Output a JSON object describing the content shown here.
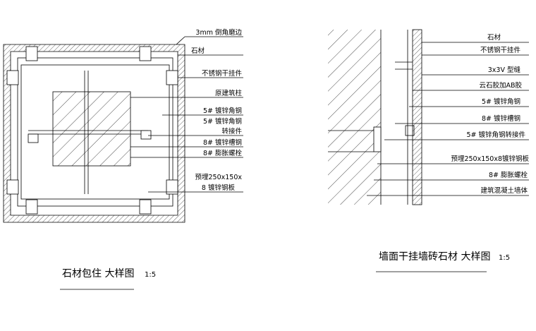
{
  "left_detail": {
    "labels": [
      "3mm 倒角磨边",
      "石材",
      "不锈钢干挂件",
      "原建筑柱",
      "5# 镀锌角钢",
      "5# 镀锌角钢",
      "转接件",
      "8# 镀锌槽钢",
      "8# 膨胀螺栓",
      "预埋250x150x",
      "8 镀锌钢板"
    ],
    "title": "石材包住  大样图",
    "scale": "1:5"
  },
  "right_detail": {
    "labels": [
      "石材",
      "不锈钢干挂件",
      "3x3V 型缝",
      "云石胶加AB胶",
      "5# 镀锌角钢",
      "8# 镀锌槽钢",
      "5# 镀锌角钢转接件",
      "预埋250x150x8镀锌钢板",
      "8# 膨胀螺栓",
      "建筑混凝土墙体"
    ],
    "title": "墙面干挂墙砖石材  大样图",
    "scale": "1:5"
  }
}
